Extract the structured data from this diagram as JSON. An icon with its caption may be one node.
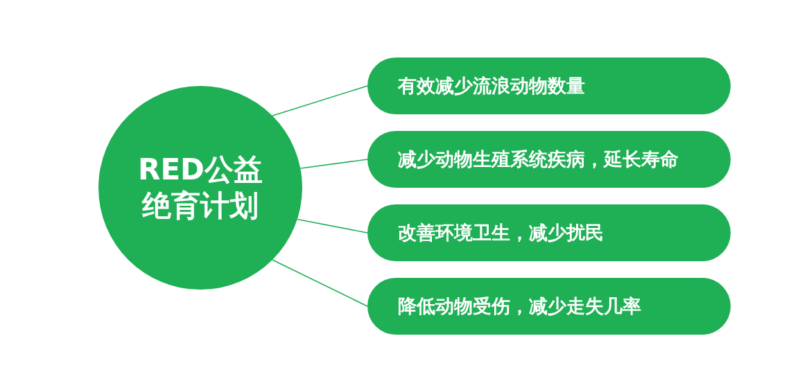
{
  "diagram": {
    "nodes": [
      {
        "text": [
          "RED公益绝育计划"
        ]
      },
      {
        "text": [
          "有效减少流浪动物数量"
        ]
      },
      {
        "text": [
          "减少动物生殖系统疾病，延长寿命"
        ]
      },
      {
        "text": [
          "改善环境卫生，减少扰民"
        ]
      },
      {
        "text": [
          "降低动物受伤，减少走失几率"
        ]
      }
    ],
    "edges": [
      {
        "from": 0,
        "to": 1,
        "arrow": "none"
      },
      {
        "from": 0,
        "to": 2,
        "arrow": "none"
      },
      {
        "from": 0,
        "to": 3,
        "arrow": "none"
      },
      {
        "from": 0,
        "to": 4,
        "arrow": "none"
      }
    ]
  }
}
